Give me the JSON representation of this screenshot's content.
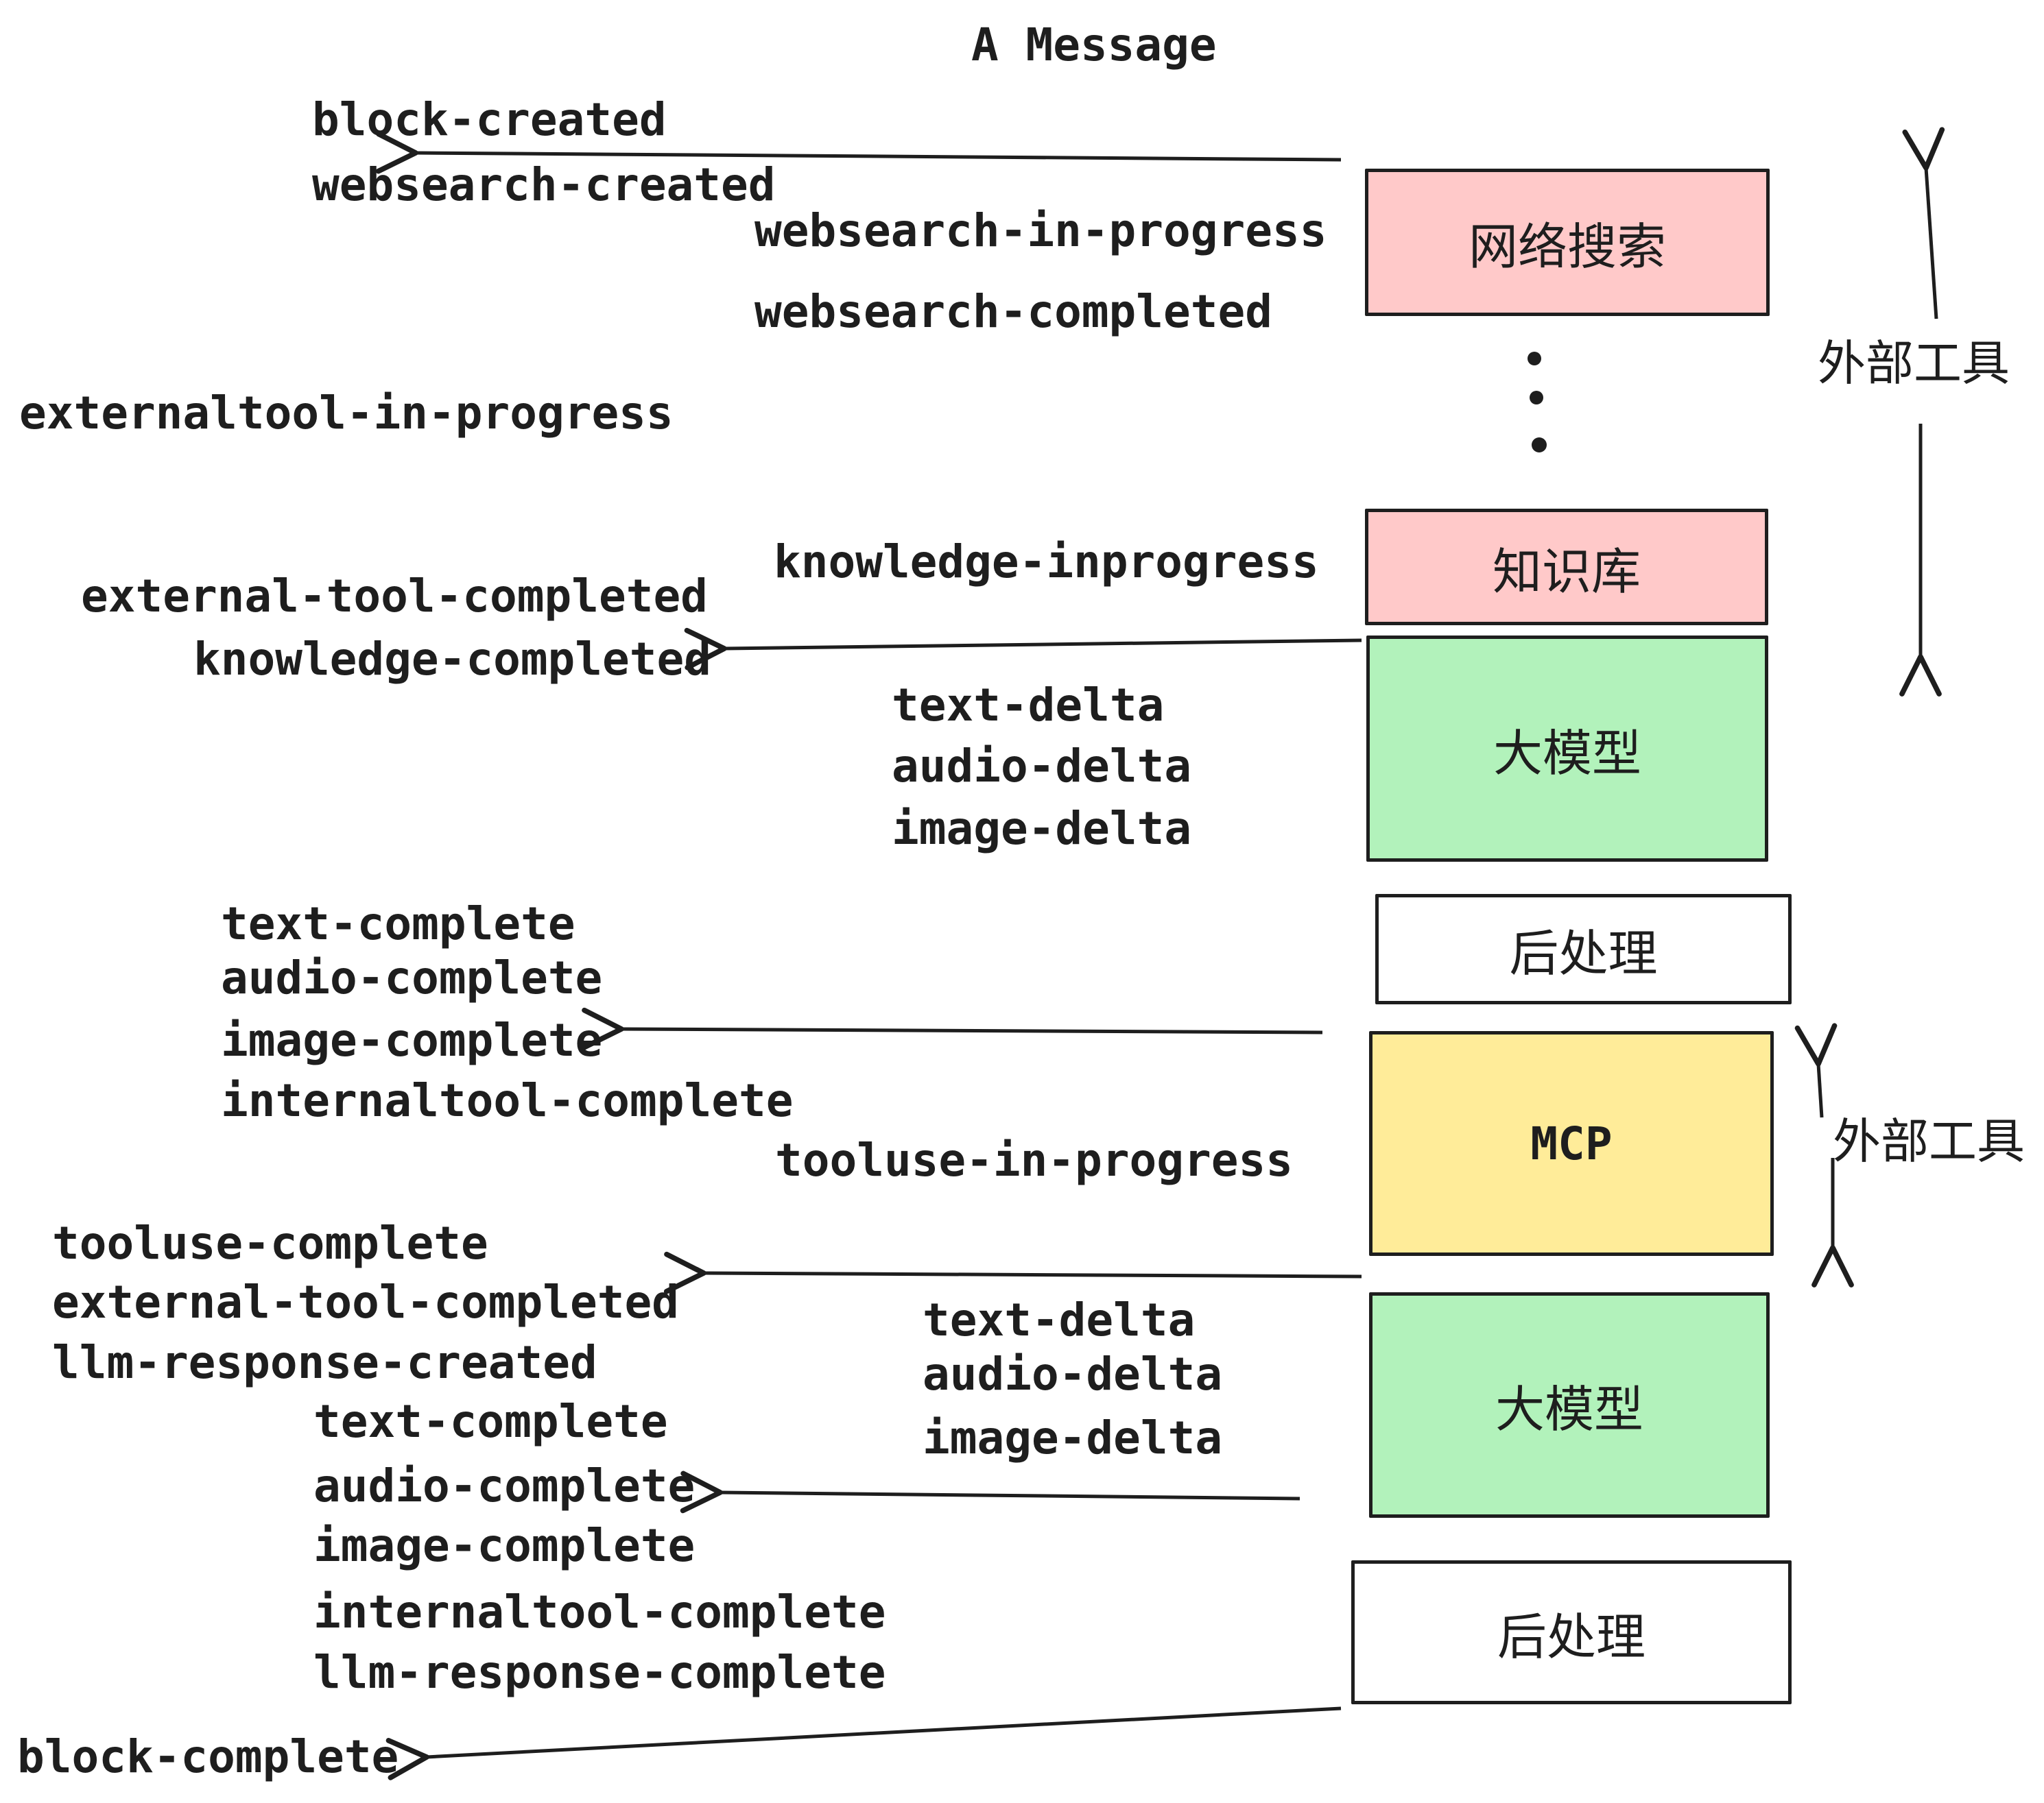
{
  "title": "A Message",
  "colors": {
    "stroke": "#1e1e1e",
    "pink": "#ffc9c9",
    "green": "#b2f2bb",
    "yellow": "#ffec99",
    "white": "#ffffff"
  },
  "pipeline": {
    "boxes": [
      {
        "label": "网络搜索",
        "color": "#ffc9c9"
      },
      {
        "label": "知识库",
        "color": "#ffc9c9"
      },
      {
        "label": "大模型",
        "color": "#b2f2bb"
      },
      {
        "label": "后处理",
        "color": "#ffffff"
      },
      {
        "label": "MCP",
        "color": "#ffec99"
      },
      {
        "label": "大模型",
        "color": "#b2f2bb"
      },
      {
        "label": "后处理",
        "color": "#ffffff"
      }
    ],
    "side_annotations": [
      {
        "label": "外部工具"
      },
      {
        "label": "外部工具"
      }
    ],
    "ellipsis_icon": "vertical-dots"
  },
  "events": {
    "block_created": "block-created",
    "websearch_created": "websearch-created",
    "websearch_in_progress": "websearch-in-progress",
    "websearch_completed": "websearch-completed",
    "externaltool_in_progress": "externaltool-in-progress",
    "external_tool_completed_1": "external-tool-completed",
    "knowledge_inprogress": "knowledge-inprogress",
    "knowledge_completed": "knowledge-completed",
    "text_delta_1": "text-delta",
    "audio_delta_1": "audio-delta",
    "image_delta_1": "image-delta",
    "text_complete_1": "text-complete",
    "audio_complete_1": "audio-complete",
    "image_complete_1": "image-complete",
    "internaltool_complete_1": "internaltool-complete",
    "tooluse_in_progress": "tooluse-in-progress",
    "tooluse_complete": "tooluse-complete",
    "external_tool_completed_2": "external-tool-completed",
    "llm_response_created": "llm-response-created",
    "text_delta_2": "text-delta",
    "audio_delta_2": "audio-delta",
    "image_delta_2": "image-delta",
    "text_complete_2": "text-complete",
    "audio_complete_2": "audio-complete",
    "image_complete_2": "image-complete",
    "internaltool_complete_2": "internaltool-complete",
    "llm_response_complete": "llm-response-complete",
    "block_complete": "block-complete"
  }
}
